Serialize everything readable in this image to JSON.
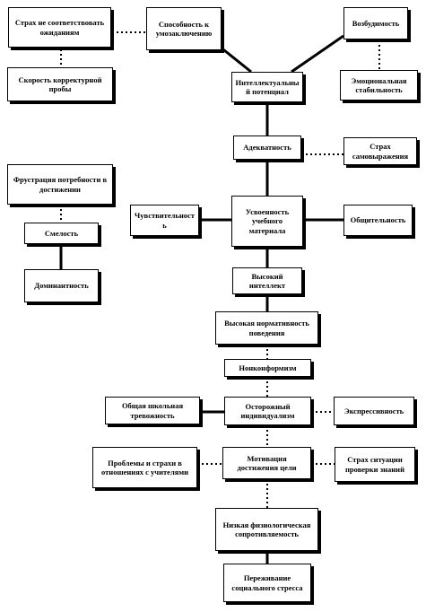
{
  "nodes": {
    "fear_mismatch": "Страх не соответствовать ожиданиям",
    "ability": "Способность к умозаключению",
    "excitability": "Возбудимость",
    "proofreading_speed": "Скорость корректурной пробы",
    "intellectual_potential": "Интеллектуальный потенциал",
    "emotional_stability": "Эмоциональная стабильность",
    "adequacy": "Адекватность",
    "fear_self_expression": "Страх самовыражения",
    "frustration": "Фрустрация потребности в достижении",
    "sensitivity": "Чувствительность",
    "mastery": "Усвоенность учебного материала",
    "sociability": "Общительность",
    "boldness": "Смелость",
    "high_intellect": "Высокий интеллект",
    "dominance": "Доминантность",
    "high_normativity": "Высокая нормативность поведения",
    "nonconformity": "Нонконформизм",
    "general_anxiety": "Общая школьная тревожность",
    "cautious_individualism": "Осторожный индивидуализм",
    "expressiveness": "Экспрессивность",
    "teacher_problems": "Проблемы и страхи в отношениях с учителями",
    "achievement_motivation": "Мотивация достижения цели",
    "fear_testing": "Страх ситуации проверки знаний",
    "low_resistance": "Низкая физиологическая сопротивляемость",
    "social_stress": "Переживание социального стресса"
  }
}
